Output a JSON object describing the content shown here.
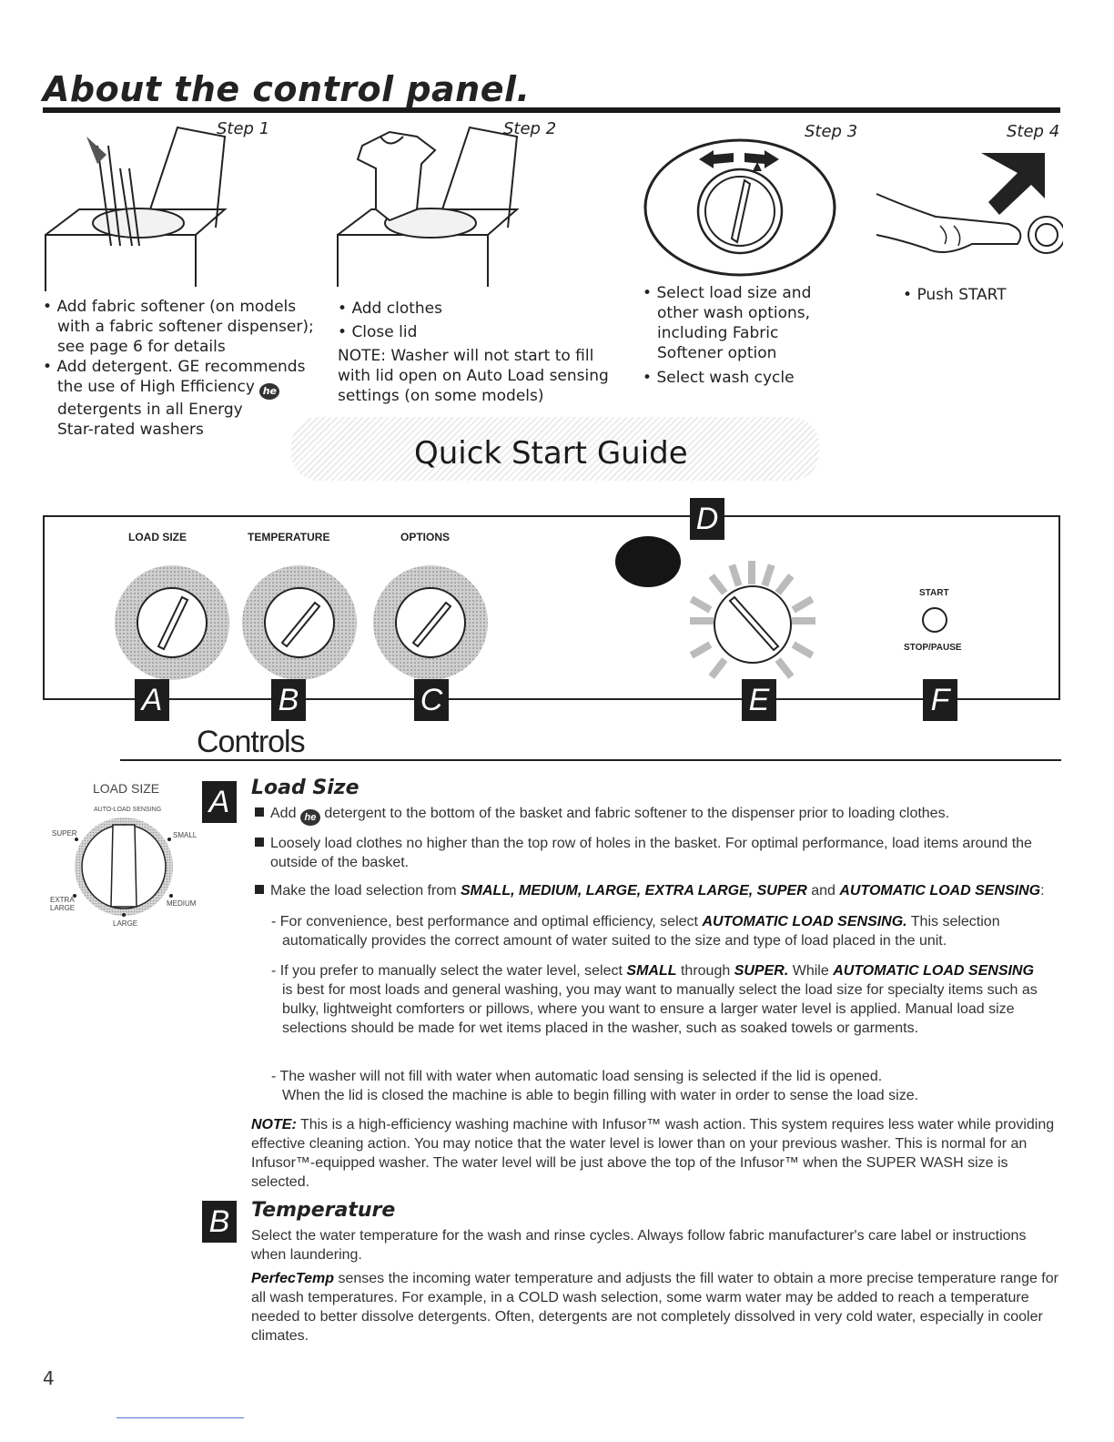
{
  "page": {
    "title": "About the control panel.",
    "page_number": "4"
  },
  "steps": [
    {
      "label": "Step 1",
      "lines": [
        "Add fabric softener (on models",
        "with a fabric softener dispenser);",
        "see page 6 for details",
        "Add detergent. GE recommends",
        "the use of High Efficiency",
        "detergents in all Energy",
        "Star-rated washers"
      ]
    },
    {
      "label": "Step 2",
      "lines": [
        "Add clothes",
        "Close lid",
        "NOTE: Washer will not start to fill",
        "with lid open on Auto Load sensing",
        "settings (on some models)"
      ]
    },
    {
      "label": "Step 3",
      "lines": [
        "Select load size and",
        "other wash options,",
        "including Fabric",
        "Softener option",
        "Select wash cycle"
      ]
    },
    {
      "label": "Step 4",
      "lines": [
        "Push START"
      ]
    }
  ],
  "he_icon_text": "he",
  "quick_start": "Quick Start Guide",
  "panel": {
    "load_size": "LOAD SIZE",
    "temperature": "TEMPERATURE",
    "options": "OPTIONS",
    "start": "START",
    "stop_pause": "STOP/PAUSE",
    "badges": [
      "A",
      "B",
      "C",
      "D",
      "E",
      "F"
    ]
  },
  "controls_heading": "Controls",
  "dial": {
    "title": "LOAD SIZE",
    "auto": "AUTO-LOAD SENSING",
    "super": "SUPER",
    "small": "SMALL",
    "extra_large": "EXTRA LARGE",
    "medium": "MEDIUM",
    "large": "LARGE"
  },
  "section_a": {
    "badge": "A",
    "title": "Load Size",
    "b1_pre": "Add",
    "b1_post": "detergent to the bottom of the basket and fabric softener to the dispenser prior to loading clothes.",
    "b2": "Loosely load clothes no higher than the top row of holes in the basket. For optimal performance, load items around the outside of the basket.",
    "b3_pre": "Make the load selection from",
    "b3_options": "SMALL, MEDIUM, LARGE, EXTRA LARGE, SUPER",
    "b3_and": "and",
    "b3_auto": "AUTOMATIC LOAD SENSING",
    "b3_end": ":",
    "d1_pre": "- For convenience, best performance and optimal efficiency, select",
    "d1_bold": "AUTOMATIC LOAD SENSING.",
    "d1_post": "This selection automatically provides the correct amount of water suited to the size and type of load placed in the unit.",
    "d2_pre": "- If you prefer to manually select the water level, select",
    "d2_small": "SMALL",
    "d2_through": "through",
    "d2_super": "SUPER.",
    "d2_while": "While",
    "d2_auto": "AUTOMATIC LOAD SENSING",
    "d2_post": "is best for most loads and general washing, you may want to manually select the load size for specialty items such as bulky, lightweight comforters or pillows, where you want to ensure a larger water level is applied. Manual load size selections should be made for wet items placed in the washer, such as soaked towels or garments.",
    "d3_line1": "- The washer will not fill with water when automatic load sensing is selected if the lid is opened.",
    "d3_line2": "When the lid is closed the machine is able to begin filling with water in order to sense the load size.",
    "note_label": "NOTE:",
    "note_text": "This is a high-efficiency washing machine with Infusor™ wash action. This system requires less water while providing effective cleaning action. You may notice that the water level is lower than on your previous washer. This is normal for an Infusor™-equipped washer. The water level will be just above the top of the Infusor™ when the SUPER WASH size is selected."
  },
  "section_b": {
    "badge": "B",
    "title": "Temperature",
    "p1": "Select the water temperature for the wash and rinse cycles. Always follow fabric manufacturer's care label or instructions when laundering.",
    "p2_label": "PerfecTemp",
    "p2_text": "senses the incoming water temperature and adjusts the fill water to obtain a more precise temperature range for all wash temperatures. For example, in a COLD wash selection, some warm water may be added to reach a temperature needed to better dissolve detergents. Often, detergents are not completely dissolved in very cold water, especially in cooler climates."
  }
}
